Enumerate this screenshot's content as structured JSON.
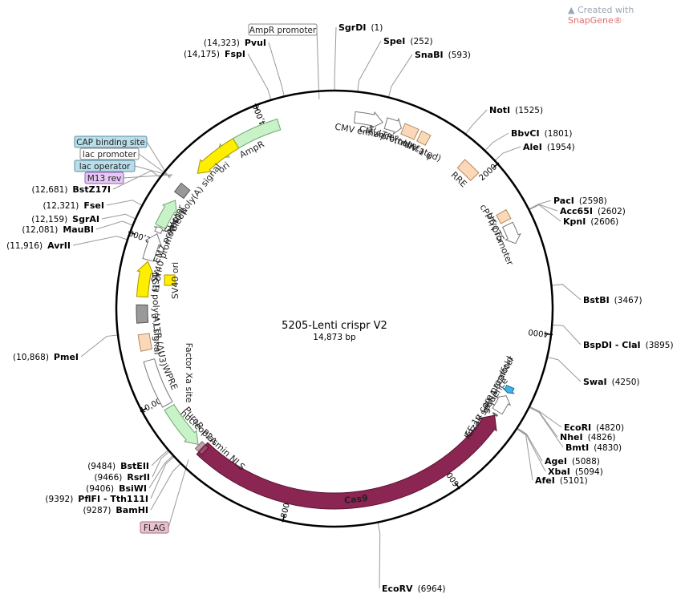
{
  "brand": {
    "prefix": "Created with",
    "name": "SnapGene®"
  },
  "plasmid": {
    "name": "5205-Lenti crispr V2",
    "length_label": "14,873 bp",
    "length": 14873
  },
  "ticks": [
    {
      "pos": 2000,
      "label": "2000"
    },
    {
      "pos": 4000,
      "label": "4000"
    },
    {
      "pos": 6000,
      "label": "6000"
    },
    {
      "pos": 8000,
      "label": "8000"
    },
    {
      "pos": 10000,
      "label": "10,000"
    },
    {
      "pos": 12000,
      "label": "12,000"
    },
    {
      "pos": 14000,
      "label": "14,000"
    }
  ],
  "sites": [
    {
      "name": "SgrDI",
      "pos_label": "(1)",
      "pos": 1,
      "side": "right"
    },
    {
      "name": "SpeI",
      "pos_label": "(252)",
      "pos": 252,
      "side": "right"
    },
    {
      "name": "SnaBI",
      "pos_label": "(593)",
      "pos": 593,
      "side": "right"
    },
    {
      "name": "NotI",
      "pos_label": "(1525)",
      "pos": 1525,
      "side": "right"
    },
    {
      "name": "BbvCI",
      "pos_label": "(1801)",
      "pos": 1801,
      "side": "right"
    },
    {
      "name": "AleI",
      "pos_label": "(1954)",
      "pos": 1954,
      "side": "right"
    },
    {
      "name": "PacI",
      "pos_label": "(2598)",
      "pos": 2598,
      "side": "right"
    },
    {
      "name": "Acc65I",
      "pos_label": "(2602)",
      "pos": 2602,
      "side": "right"
    },
    {
      "name": "KpnI",
      "pos_label": "(2606)",
      "pos": 2606,
      "side": "right"
    },
    {
      "name": "BstBI",
      "pos_label": "(3467)",
      "pos": 3467,
      "side": "right"
    },
    {
      "name": "BspDI - ClaI",
      "pos_label": "(3895)",
      "pos": 3895,
      "side": "right"
    },
    {
      "name": "SwaI",
      "pos_label": "(4250)",
      "pos": 4250,
      "side": "right"
    },
    {
      "name": "EcoRI",
      "pos_label": "(4820)",
      "pos": 4820,
      "side": "right"
    },
    {
      "name": "NheI",
      "pos_label": "(4826)",
      "pos": 4826,
      "side": "right"
    },
    {
      "name": "BmtI",
      "pos_label": "(4830)",
      "pos": 4830,
      "side": "right"
    },
    {
      "name": "AgeI",
      "pos_label": "(5088)",
      "pos": 5088,
      "side": "right"
    },
    {
      "name": "XbaI",
      "pos_label": "(5094)",
      "pos": 5094,
      "side": "right"
    },
    {
      "name": "AfeI",
      "pos_label": "(5101)",
      "pos": 5101,
      "side": "right"
    },
    {
      "name": "EcoRV",
      "pos_label": "(6964)",
      "pos": 6964,
      "side": "right"
    },
    {
      "name": "BamHI",
      "pos_label": "(9287)",
      "pos": 9287,
      "side": "left"
    },
    {
      "name": "PflFI - Tth111I",
      "pos_label": "(9392)",
      "pos": 9392,
      "side": "left"
    },
    {
      "name": "BsiWI",
      "pos_label": "(9406)",
      "pos": 9406,
      "side": "left"
    },
    {
      "name": "RsrII",
      "pos_label": "(9466)",
      "pos": 9466,
      "side": "left"
    },
    {
      "name": "BstEII",
      "pos_label": "(9484)",
      "pos": 9484,
      "side": "left"
    },
    {
      "name": "PmeI",
      "pos_label": "(10,868)",
      "pos": 10868,
      "side": "left"
    },
    {
      "name": "AvrII",
      "pos_label": "(11,916)",
      "pos": 11916,
      "side": "left"
    },
    {
      "name": "MauBI",
      "pos_label": "(12,081)",
      "pos": 12081,
      "side": "left"
    },
    {
      "name": "SgrAI",
      "pos_label": "(12,159)",
      "pos": 12159,
      "side": "left"
    },
    {
      "name": "FseI",
      "pos_label": "(12,321)",
      "pos": 12321,
      "side": "left"
    },
    {
      "name": "BstZ17I",
      "pos_label": "(12,681)",
      "pos": 12681,
      "side": "left"
    },
    {
      "name": "FspI",
      "pos_label": "(14,175)",
      "pos": 14175,
      "side": "left"
    },
    {
      "name": "PvuI",
      "pos_label": "(14,323)",
      "pos": 14323,
      "side": "left"
    }
  ],
  "boxed_features": [
    {
      "label": "AmpR promoter",
      "fill": "#ffffff",
      "stroke": "#888888"
    },
    {
      "label": "CAP binding site",
      "fill": "#b9dde9",
      "stroke": "#5a8fa3"
    },
    {
      "label": "lac promoter",
      "fill": "#ffffff",
      "stroke": "#888888"
    },
    {
      "label": "lac operator",
      "fill": "#b9dde9",
      "stroke": "#5a8fa3"
    },
    {
      "label": "M13 rev",
      "fill": "#e7c8f4",
      "stroke": "#9a5db8"
    },
    {
      "label": "FLAG",
      "fill": "#e9c2d1",
      "stroke": "#a66a86"
    }
  ],
  "features": [
    {
      "label": "AmpR",
      "start": 13300,
      "end": 14180,
      "color": "#c8f2c8",
      "stroke": "#6ca86c",
      "dir": -1,
      "thick": 14
    },
    {
      "label": "CMV enhancer",
      "start": 250,
      "end": 600,
      "color": "#ffffff",
      "stroke": "#777777",
      "dir": 1,
      "thick": 14
    },
    {
      "label": "CMV promoter",
      "start": 640,
      "end": 840,
      "color": "#ffffff",
      "stroke": "#777777",
      "dir": 1,
      "thick": 14
    },
    {
      "label": "5' LTR (truncated)",
      "start": 860,
      "end": 1040,
      "color": "#fbd9b8",
      "stroke": "#b18a63",
      "dir": 0,
      "thick": 14
    },
    {
      "label": "HIV-1 ψ",
      "start": 1080,
      "end": 1200,
      "color": "#fbd9b8",
      "stroke": "#b18a63",
      "dir": 0,
      "thick": 14
    },
    {
      "label": "RRE",
      "start": 1700,
      "end": 1930,
      "color": "#fbd9b8",
      "stroke": "#b18a63",
      "dir": 0,
      "thick": 14
    },
    {
      "label": "cPPT/CTS",
      "start": 2480,
      "end": 2600,
      "color": "#fbd9b8",
      "stroke": "#b18a63",
      "dir": 0,
      "thick": 14
    },
    {
      "label": "U6 promoter",
      "start": 2650,
      "end": 2900,
      "color": "#ffffff",
      "stroke": "#777777",
      "dir": 1,
      "thick": 14
    },
    {
      "label": "gRNA scaffold",
      "start": 4710,
      "end": 4790,
      "color": "#3fb3e3",
      "stroke": "#1c6f92",
      "dir": 1,
      "thick": 10
    },
    {
      "label": "EF-1α core promoter",
      "start": 4830,
      "end": 5050,
      "color": "#ffffff",
      "stroke": "#777777",
      "dir": -1,
      "thick": 14
    },
    {
      "label": "Kozak sequence",
      "start": 5090,
      "end": 5105,
      "color": "#999999",
      "stroke": "#555555",
      "dir": 0,
      "thick": 6
    },
    {
      "label": "Cas9",
      "start": 5110,
      "end": 9230,
      "color": "#8b2552",
      "stroke": "#5c1535",
      "dir": -1,
      "thick": 20
    },
    {
      "label": "nucleoplasmin NLS",
      "start": 9180,
      "end": 9230,
      "color": "#9b4f6b",
      "stroke": "#5c1535",
      "dir": 0,
      "thick": 12
    },
    {
      "label": "P2A",
      "start": 9240,
      "end": 9290,
      "color": "#c7a2ad",
      "stroke": "#806570",
      "dir": 0,
      "thick": 12
    },
    {
      "label": "PuroR",
      "start": 9300,
      "end": 9880,
      "color": "#c8f2c8",
      "stroke": "#6ca86c",
      "dir": -1,
      "thick": 14
    },
    {
      "label": "WPRE",
      "start": 9920,
      "end": 10510,
      "color": "#ffffff",
      "stroke": "#777777",
      "dir": 0,
      "thick": 14
    },
    {
      "label": "3' LTR (ΔU3)",
      "start": 10640,
      "end": 10840,
      "color": "#fbd9b8",
      "stroke": "#b18a63",
      "dir": 0,
      "thick": 14
    },
    {
      "label": "bGH poly(A) signal",
      "start": 10980,
      "end": 11200,
      "color": "#999999",
      "stroke": "#555555",
      "dir": 0,
      "thick": 14
    },
    {
      "label": "f1 ori",
      "start": 11300,
      "end": 11740,
      "color": "#ffee00",
      "stroke": "#a59700",
      "dir": 1,
      "thick": 14
    },
    {
      "label": "SV40 promoter",
      "start": 11760,
      "end": 12100,
      "color": "#ffffff",
      "stroke": "#777777",
      "dir": 1,
      "thick": 14
    },
    {
      "label": "EM7 promoter",
      "start": 12120,
      "end": 12190,
      "color": "#ffffff",
      "stroke": "#777777",
      "dir": 1,
      "thick": 8
    },
    {
      "label": "BleoR",
      "start": 12200,
      "end": 12570,
      "color": "#c8f2c8",
      "stroke": "#6ca86c",
      "dir": 1,
      "thick": 14
    },
    {
      "label": "SV40 poly(A) signal",
      "start": 12650,
      "end": 12780,
      "color": "#999999",
      "stroke": "#555555",
      "dir": 0,
      "thick": 14
    },
    {
      "label": "ori",
      "start": 13000,
      "end": 13600,
      "color": "#ffee00",
      "stroke": "#a59700",
      "dir": -1,
      "thick": 14
    }
  ],
  "floating_labels": [
    {
      "label": "Factor Xa site"
    },
    {
      "label": "SV40 ori"
    }
  ]
}
